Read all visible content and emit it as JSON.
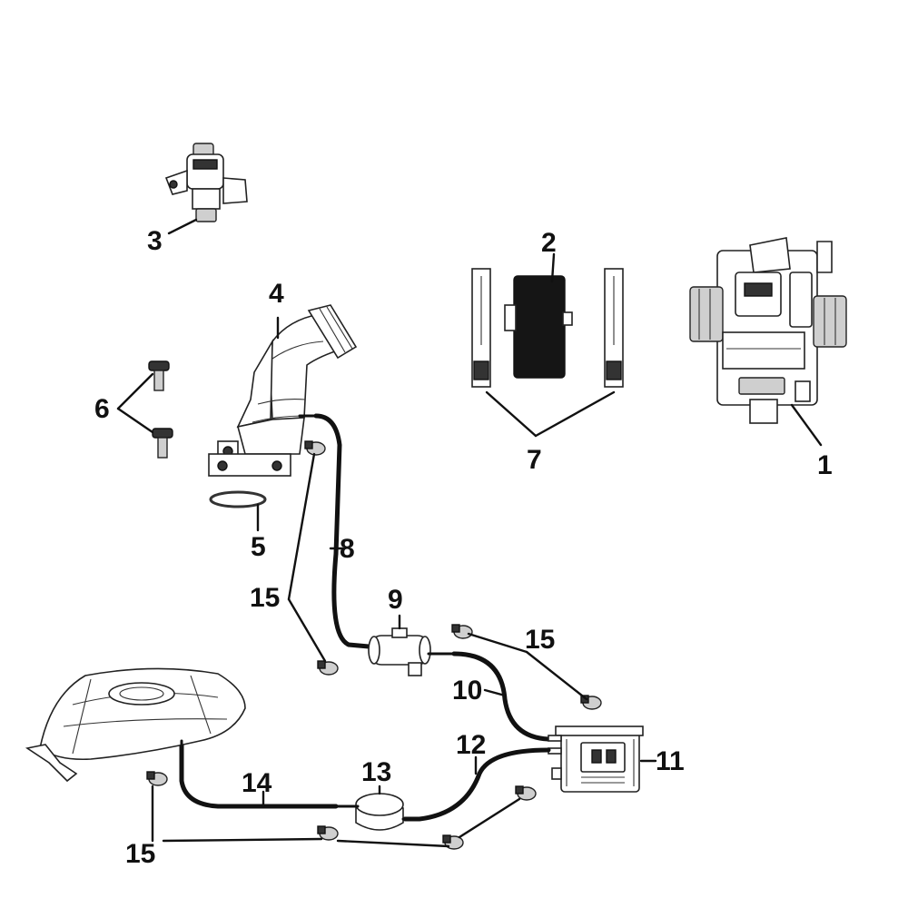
{
  "labels": {
    "p1": "1",
    "p2": "2",
    "p3": "3",
    "p4": "4",
    "p5": "5",
    "p6": "6",
    "p7": "7",
    "p8": "8",
    "p9": "9",
    "p10": "10",
    "p11": "11",
    "p12": "12",
    "p13": "13",
    "p14": "14",
    "p15a": "15",
    "p15b": "15",
    "p15c": "15"
  }
}
